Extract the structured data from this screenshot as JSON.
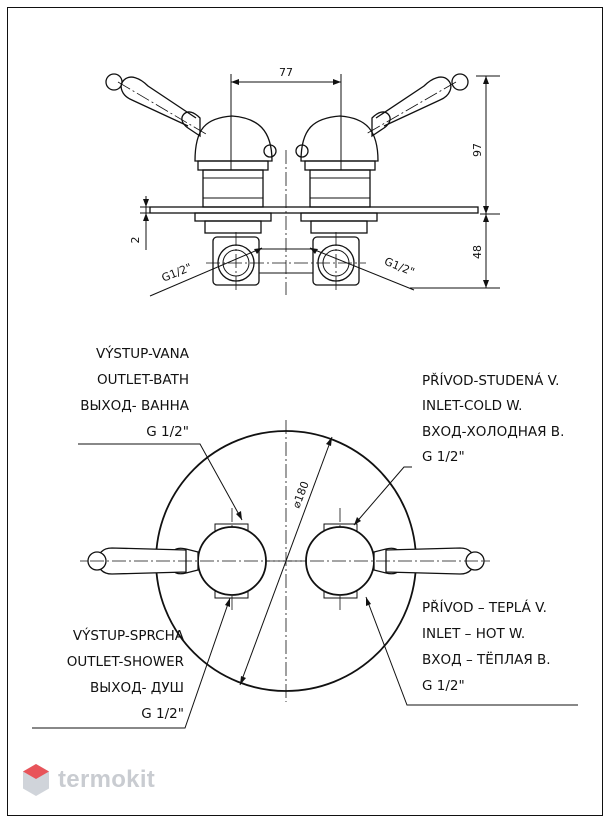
{
  "top_view": {
    "dim_spacing": "77",
    "dim_height_top": "97",
    "dim_height_bottom": "48",
    "dim_plate": "2",
    "thread_left": "G1/2\"",
    "thread_right": "G1/2\""
  },
  "front_view": {
    "diameter": "⌀180"
  },
  "labels": {
    "outlet_bath": [
      "VÝSTUP-VANA",
      "OUTLET-BATH",
      "ВЫХОД- ВАННА",
      "G 1/2\""
    ],
    "inlet_cold": [
      "PŘÍVOD-STUDENÁ V.",
      "INLET-COLD W.",
      "ВХОД-ХОЛОДНАЯ В.",
      "G 1/2\""
    ],
    "inlet_hot": [
      "PŘÍVOD – TEPLÁ V.",
      "INLET – HOT W.",
      "ВХОД – ТЁПЛАЯ В.",
      "G 1/2\""
    ],
    "outlet_shower": [
      "VÝSTUP-SPRCHA",
      "OUTLET-SHOWER",
      "ВЫХОД- ДУШ",
      "G 1/2\""
    ]
  },
  "watermark": {
    "text": "termokit",
    "color": "#c9ccd1",
    "accent": "#e8545a"
  }
}
